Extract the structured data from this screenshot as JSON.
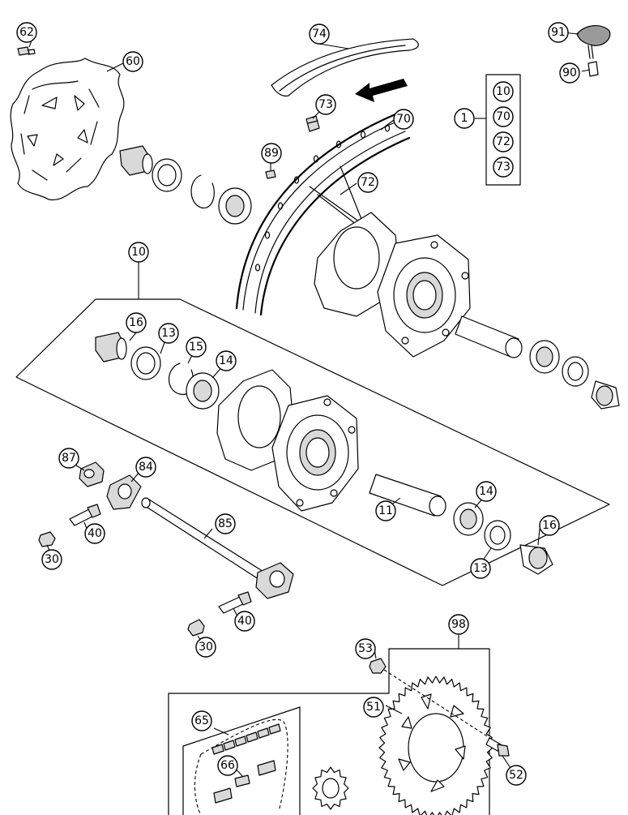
{
  "diagram": {
    "callouts": [
      {
        "id": "c62",
        "label": "62"
      },
      {
        "id": "c60",
        "label": "60"
      },
      {
        "id": "c74",
        "label": "74"
      },
      {
        "id": "c73",
        "label": "73"
      },
      {
        "id": "c70",
        "label": "70"
      },
      {
        "id": "c89",
        "label": "89"
      },
      {
        "id": "c72",
        "label": "72"
      },
      {
        "id": "c91",
        "label": "91"
      },
      {
        "id": "c90",
        "label": "90"
      },
      {
        "id": "c1",
        "label": "1"
      },
      {
        "id": "c10",
        "label": "10"
      },
      {
        "id": "c16a",
        "label": "16"
      },
      {
        "id": "c13a",
        "label": "13"
      },
      {
        "id": "c15",
        "label": "15"
      },
      {
        "id": "c14a",
        "label": "14"
      },
      {
        "id": "c87",
        "label": "87"
      },
      {
        "id": "c84",
        "label": "84"
      },
      {
        "id": "c40a",
        "label": "40"
      },
      {
        "id": "c30a",
        "label": "30"
      },
      {
        "id": "c85",
        "label": "85"
      },
      {
        "id": "c11",
        "label": "11"
      },
      {
        "id": "c14b",
        "label": "14"
      },
      {
        "id": "c16b",
        "label": "16"
      },
      {
        "id": "c13b",
        "label": "13"
      },
      {
        "id": "c40b",
        "label": "40"
      },
      {
        "id": "c30b",
        "label": "30"
      },
      {
        "id": "c98",
        "label": "98"
      },
      {
        "id": "c53",
        "label": "53"
      },
      {
        "id": "c51",
        "label": "51"
      },
      {
        "id": "c65",
        "label": "65"
      },
      {
        "id": "c66",
        "label": "66"
      },
      {
        "id": "c52",
        "label": "52"
      }
    ],
    "kit_list": [
      {
        "label": "10"
      },
      {
        "label": "70"
      },
      {
        "label": "72"
      },
      {
        "label": "73"
      }
    ]
  }
}
